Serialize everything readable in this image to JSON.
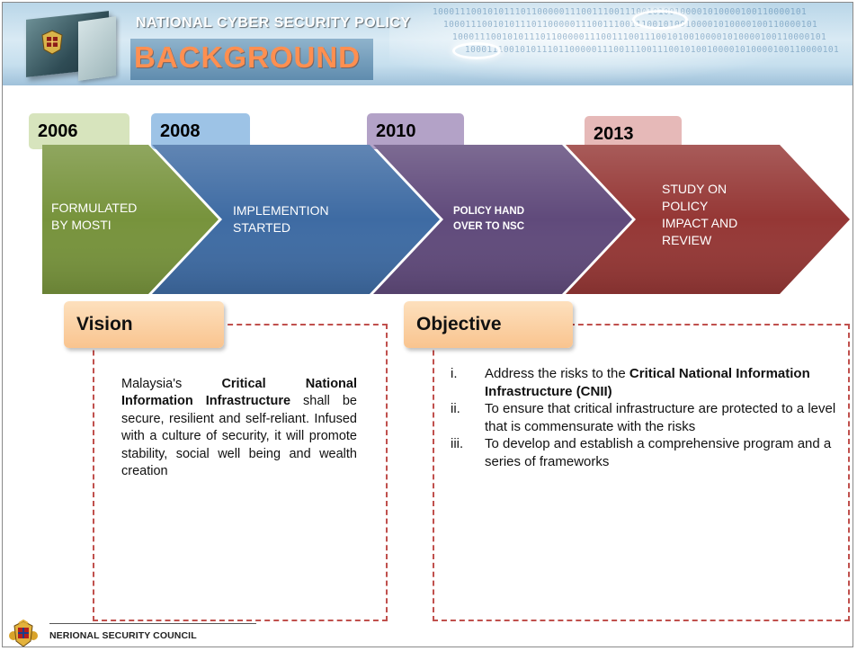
{
  "header": {
    "title": "NATIONAL CYBER SECURITY POLICY",
    "subtitle": "BACKGROUND",
    "binary_lines": [
      "10001110010101110110000011100111001110010100100001010000100110000101",
      "10001110010101110110000011100111001110010100100001010000100110000101",
      "10001110010101110110000011100111001110010100100001010000100110000101",
      "10001110010101110110000011100111001110010100100001010000100110000101"
    ],
    "colors": {
      "banner": "#b9d6e8",
      "subtitle_text": "#ff8f50"
    }
  },
  "timeline": [
    {
      "year": "2006",
      "lines": [
        "FORMULATED",
        "BY MOSTI"
      ],
      "bold": false,
      "tab_color": "#d7e4bd",
      "arrow_color": "#77933c"
    },
    {
      "year": "2008",
      "lines": [
        "IMPLEMENTION",
        "STARTED"
      ],
      "bold": false,
      "tab_color": "#9dc3e6",
      "arrow_color": "#3e6ba3"
    },
    {
      "year": "2010",
      "lines": [
        "POLICY HAND",
        "OVER TO NSC"
      ],
      "bold": true,
      "tab_color": "#b3a2c7",
      "arrow_color": "#604a7b"
    },
    {
      "year": "2013",
      "lines": [
        "STUDY ON",
        "POLICY",
        "IMPACT AND",
        "REVIEW"
      ],
      "bold": false,
      "tab_color": "#e6b9b8",
      "arrow_color": "#953735"
    }
  ],
  "vision": {
    "label": "Vision",
    "parts": [
      {
        "text": "Malaysia's ",
        "bold": false
      },
      {
        "text": "Critical National Information Infrastructure",
        "bold": true
      },
      {
        "text": " shall be secure, resilient and self-reliant. Infused with a culture of security, it will promote stability, social well being and wealth creation",
        "bold": false
      }
    ]
  },
  "objective": {
    "label": "Objective",
    "items": [
      {
        "num": "i.",
        "parts": [
          {
            "text": "Address the risks to the ",
            "bold": false
          },
          {
            "text": "Critical National Information Infrastructure (CNII)",
            "bold": true
          }
        ]
      },
      {
        "num": "ii.",
        "parts": [
          {
            "text": "To ensure that critical infrastructure are protected to a level that is commensurate with the risks",
            "bold": false
          }
        ]
      },
      {
        "num": "iii.",
        "parts": [
          {
            "text": "To develop and establish a comprehensive program and a series of frameworks",
            "bold": false
          }
        ]
      }
    ]
  },
  "footer": {
    "text": "NERIONAL SECURITY COUNCIL"
  },
  "accent_colors": {
    "dash_border": "#c0504d",
    "label_fill": "#fbd3a6"
  }
}
